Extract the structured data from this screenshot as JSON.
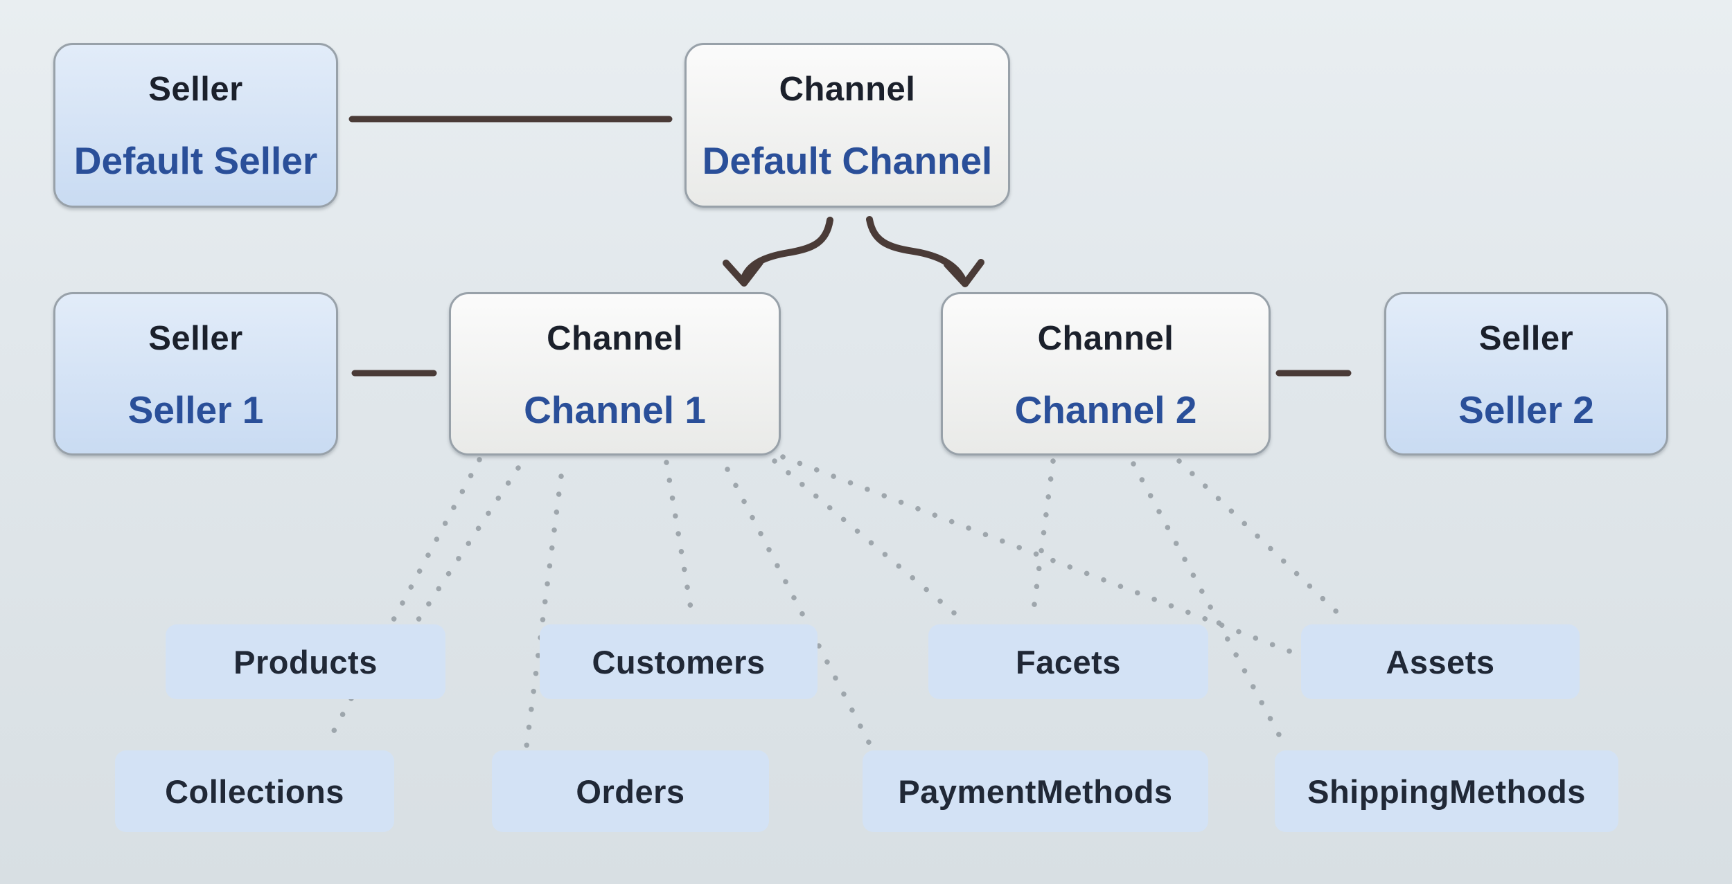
{
  "diagram": {
    "nodes": {
      "seller_default": {
        "type": "Seller",
        "name": "Default Seller"
      },
      "channel_default": {
        "type": "Channel",
        "name": "Default Channel"
      },
      "seller_1": {
        "type": "Seller",
        "name": "Seller 1"
      },
      "channel_1": {
        "type": "Channel",
        "name": "Channel 1"
      },
      "channel_2": {
        "type": "Channel",
        "name": "Channel 2"
      },
      "seller_2": {
        "type": "Seller",
        "name": "Seller 2"
      }
    },
    "entities": {
      "products": "Products",
      "customers": "Customers",
      "facets": "Facets",
      "assets": "Assets",
      "collections": "Collections",
      "orders": "Orders",
      "payment_methods": "PaymentMethods",
      "shipping_methods": "ShippingMethods"
    },
    "edges": {
      "solid": [
        [
          "seller_default",
          "channel_default"
        ],
        [
          "seller_1",
          "channel_1"
        ],
        [
          "channel_2",
          "seller_2"
        ]
      ],
      "arrows": [
        [
          "channel_default",
          "channel_1"
        ],
        [
          "channel_default",
          "channel_2"
        ]
      ],
      "dotted": [
        [
          "channel_1",
          "collections"
        ],
        [
          "channel_1",
          "products"
        ],
        [
          "channel_1",
          "orders"
        ],
        [
          "channel_1",
          "customers"
        ],
        [
          "channel_1",
          "payment_methods"
        ],
        [
          "channel_1",
          "facets"
        ],
        [
          "channel_1",
          "assets"
        ],
        [
          "channel_2",
          "facets"
        ],
        [
          "channel_2",
          "shipping_methods"
        ],
        [
          "channel_2",
          "assets"
        ]
      ]
    },
    "colors": {
      "background_top": "#e9eef1",
      "background_bottom": "#d8dfe3",
      "seller_fill_top": "#e2ecf9",
      "seller_fill_bottom": "#c9dbf2",
      "channel_fill_top": "#fbfbfb",
      "channel_fill_bottom": "#e9eae8",
      "node_border": "#98a1a9",
      "node_type_text": "#1b202b",
      "node_name_text": "#2a4f99",
      "entity_fill": "#d3e2f5",
      "entity_text": "#202836",
      "connector": "#4a3b37",
      "dotted": "#9aa2a9"
    }
  }
}
